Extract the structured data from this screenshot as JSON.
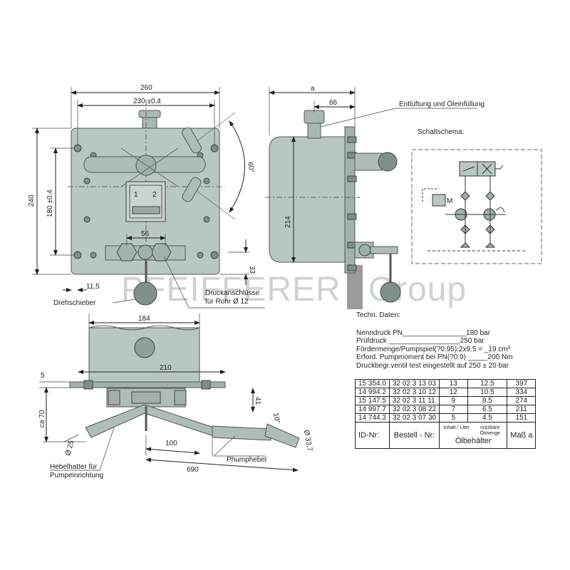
{
  "watermark": {
    "left": "PFEIFFERER",
    "right": "Group"
  },
  "top_view": {
    "dims": {
      "w260": "260",
      "w230": "230 ±0.4",
      "h240": "240",
      "h180": "180 ±0.4",
      "w56": "56",
      "d11": "11,5",
      "d33": "33",
      "angle": "60°"
    },
    "labels": {
      "drehschieber": "Drehschieber",
      "druck1": "Druckanschlüsse",
      "druck2": "für Rohr  Ø 12"
    },
    "plate": {
      "n1": "1",
      "n2": "2"
    }
  },
  "side_view": {
    "dims": {
      "a": "a",
      "d66": "66",
      "h214": "214"
    },
    "labels": {
      "entlueftung": "Entlüftung und Öleinfüllung"
    }
  },
  "schema": {
    "title": "Schaltschema:",
    "motor": "M"
  },
  "bottom_view": {
    "dims": {
      "w184": "184",
      "w210": "210",
      "d5": "5",
      "ca70": "ca 70",
      "d41": "41",
      "d10": "10°",
      "d25": "Ø 25",
      "d100": "100",
      "d690": "690",
      "d337": "Ø 33,7"
    },
    "labels": {
      "hebel1": "Hebelhatter für",
      "hebel2": "Pumpeinrichtung",
      "pumphebel": "Phumphebel"
    }
  },
  "tech": {
    "title": "Techn. Daten:",
    "rows": [
      "Nenndruck PN________________180 bar",
      "Prüfdruck __________________250 bar",
      "Fördermenge/Pumpspiel(?0.95):2x9.5 = _19 cm³",
      "Erford. Pumpmoment bei PN(?0.9) _____200 Nm",
      "Druckbegr.ventil test eingestellt auf 250 ± 20 bar"
    ]
  },
  "parts_table": {
    "rows": [
      [
        "15 354.0",
        "32 02 3 13 03",
        "13",
        "12.5",
        "397"
      ],
      [
        "14 994.2",
        "32 02 3 10 12",
        "12",
        "10.5",
        "334"
      ],
      [
        "15 147.5",
        "32 02 3 11 11",
        "9",
        "8.5",
        "274"
      ],
      [
        "14 997.7",
        "32 02 3 08 22",
        "7",
        "6.5",
        "211"
      ],
      [
        "14 744.3",
        "32 02 3 07 30",
        "5",
        "4.5",
        "151"
      ]
    ],
    "header": {
      "id": "ID-Nr:",
      "bestell": "Bestell - Nr:",
      "inhalt": "Inhalt / Liter",
      "nutzbar": "nutzbare Ölmenge",
      "oel": "Ölbehälter",
      "mass": "Maß  a"
    }
  }
}
